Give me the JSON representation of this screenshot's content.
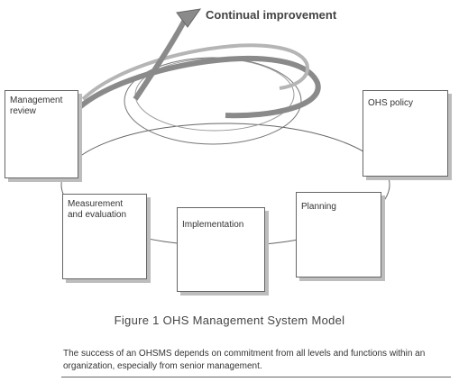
{
  "diagram": {
    "improvement_label": "Continual improvement",
    "boxes": {
      "review": "Management\nreview",
      "measurement": "Measurement\nand evaluation",
      "implementation": "Implementation",
      "planning": "Planning",
      "policy": "OHS policy"
    },
    "colors": {
      "box_border": "#666666",
      "box_shadow": "#bdbdbd",
      "arrow_fill": "#8a8a8a"
    }
  },
  "caption": "Figure  1   OHS Management System Model",
  "description": "The success of an OHSMS depends on commitment from all levels and functions within an organization, especially from senior management."
}
